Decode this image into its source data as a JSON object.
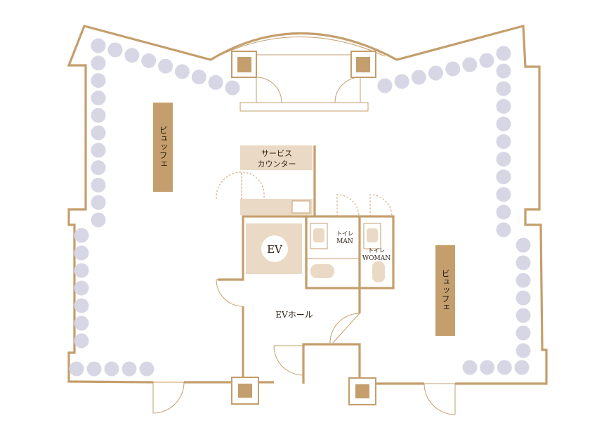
{
  "labels": {
    "buffet_left": "ビュッフェ",
    "buffet_right": "ビュッフェ",
    "service_line1": "サービス",
    "service_line2": "カウンター",
    "elevator": "EV",
    "ev_hall": "EVホール",
    "toilet_man_line1": "トイレ",
    "toilet_man_line2": "MAN",
    "toilet_woman_line1": "トイレ",
    "toilet_woman_line2": "WOMAN"
  },
  "colors": {
    "wall": "#c49e6c",
    "furniture": "#ead9c4",
    "buffet_table": "#c49e6c",
    "seat": "#d7d6e4"
  }
}
